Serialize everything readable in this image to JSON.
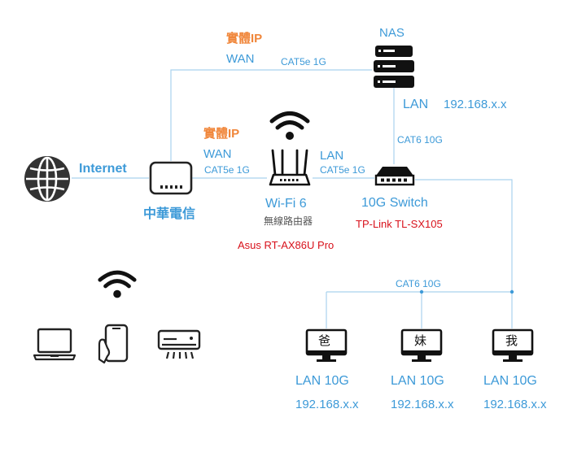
{
  "colors": {
    "wire": "#a9d2ee",
    "label_blue": "#3d9ad8",
    "label_orange": "#f0863a",
    "label_red": "#d8111b",
    "icon": "#222222"
  },
  "nas": {
    "title": "NAS",
    "lan_label": "LAN",
    "ip": "192.168.x.x",
    "icon": "nas-server-icon"
  },
  "router": {
    "name": "Wi-Fi 6",
    "desc": "無線路由器",
    "model": "Asus  RT-AX86U Pro",
    "wan_ip_label": "實體IP",
    "wan_label": "WAN",
    "lan_label": "LAN",
    "icon": "wifi-router-icon"
  },
  "modem": {
    "name": "中華電信",
    "wan_ip_label": "實體IP",
    "wan_label": "WAN",
    "icon": "modem-icon"
  },
  "internet": {
    "label": "Internet",
    "icon": "globe-icon"
  },
  "switch": {
    "name": "10G Switch",
    "model": "TP-Link  TL-SX105",
    "icon": "network-switch-icon"
  },
  "cables": {
    "modem_nas": "CAT5e 1G",
    "modem_router": "CAT5e 1G",
    "router_switch": "CAT5e 1G",
    "nas_switch": "CAT6 10G",
    "switch_pcs": "CAT6 10G"
  },
  "pcs": [
    {
      "name": "爸",
      "lan": "LAN 10G",
      "ip": "192.168.x.x"
    },
    {
      "name": "妹",
      "lan": "LAN 10G",
      "ip": "192.168.x.x"
    },
    {
      "name": "我",
      "lan": "LAN 10G",
      "ip": "192.168.x.x"
    }
  ],
  "wireless_devices": [
    "laptop-icon",
    "smartphone-icon",
    "air-conditioner-icon"
  ]
}
